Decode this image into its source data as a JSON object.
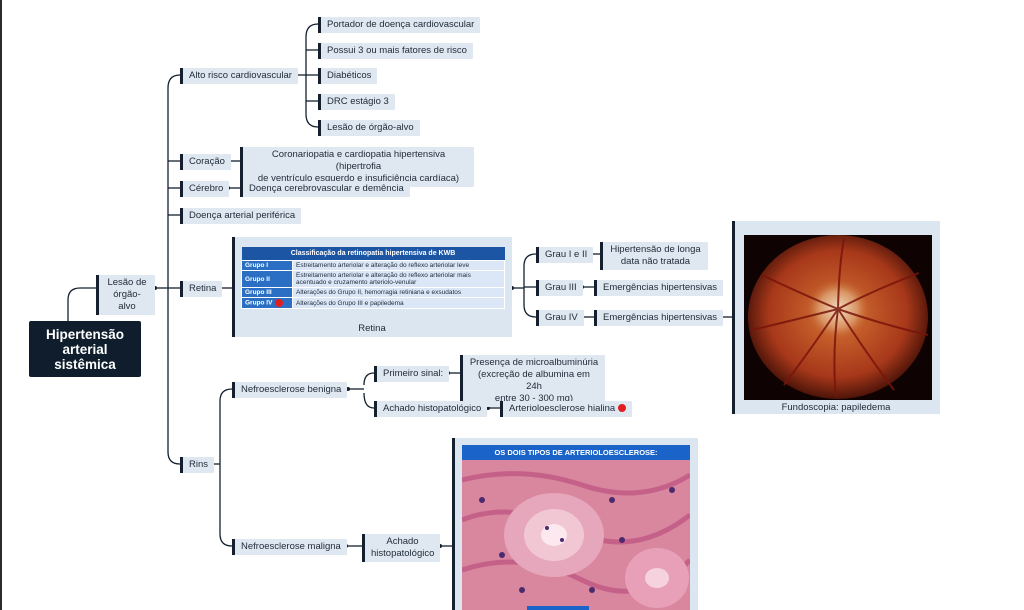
{
  "root": {
    "line1": "Hipertensão",
    "line2": "arterial",
    "line3": "sistêmica"
  },
  "lesao": {
    "line1": "Lesão de",
    "line2": "órgão-alvo"
  },
  "branches": {
    "alto_risco": "Alto risco cardiovascular",
    "coracao": "Coração",
    "cerebro": "Cérebro",
    "doenca_arterial": "Doença arterial periférica",
    "retina": "Retina",
    "rins": "Rins"
  },
  "alto_risco_items": [
    "Portador de doença cardiovascular",
    "Possui 3 ou mais fatores de risco",
    "Diabéticos",
    "DRC estágio 3",
    "Lesão de órgão-alvo"
  ],
  "coracao_detail": {
    "line1": "Coronariopatia e cardiopatia hipertensiva (hipertrofia",
    "line2": "de ventrículo esquerdo e insuficiência cardíaca)"
  },
  "cerebro_detail": "Doença cerebrovascular e demência",
  "kwb": {
    "title": "Classificação da retinopatia hipertensiva de KWB",
    "rows": [
      {
        "grupo": "Grupo I",
        "desc": "Estreitamento arteriolar e alteração do reflexo arteriolar leve"
      },
      {
        "grupo": "Grupo II",
        "desc": "Estreitamento arteriolar e alteração do reflexo arteriolar mais acentuado e cruzamento arteriolo-venular"
      },
      {
        "grupo": "Grupo III",
        "desc": "Alterações do Grupo II, hemorragia retiniana e exsudatos"
      },
      {
        "grupo": "Grupo IV",
        "desc": "Alterações do Grupo III e papiledema"
      }
    ],
    "caption": "Retina"
  },
  "graus": {
    "g1": "Grau I e II",
    "g1_detail": {
      "line1": "Hipertensão de longa",
      "line2": "data não tratada"
    },
    "g3": "Grau III",
    "g3_detail": "Emergências hipertensivas",
    "g4": "Grau IV",
    "g4_detail": "Emergências hipertensivas"
  },
  "fundoscopia_caption": "Fundoscopia: papiledema",
  "rins": {
    "benigna": "Nefroesclerose benigna",
    "primeiro_sinal": "Primeiro sinal:",
    "micro": {
      "line1": "Presença de microalbuminúria",
      "line2": "(excreção de albumina em 24h",
      "line3": "entre 30 - 300 mg)"
    },
    "achado_histo": "Achado histopatológico",
    "arteriolo_hialina": "Arterioloesclerose hialina",
    "maligna": "Nefroesclerose maligna",
    "achado_line1": "Achado",
    "achado_line2": "histopatológico"
  },
  "histo_title": "OS DOIS TIPOS  DE ARTERIOLOESCLEROSE:",
  "colors": {
    "node_bg": "#dfe8f1",
    "root_bg": "#0f1d2c",
    "table_header": "#1c55a3",
    "group_cell": "#2a6fc4",
    "red_dot": "#e01e1e"
  }
}
